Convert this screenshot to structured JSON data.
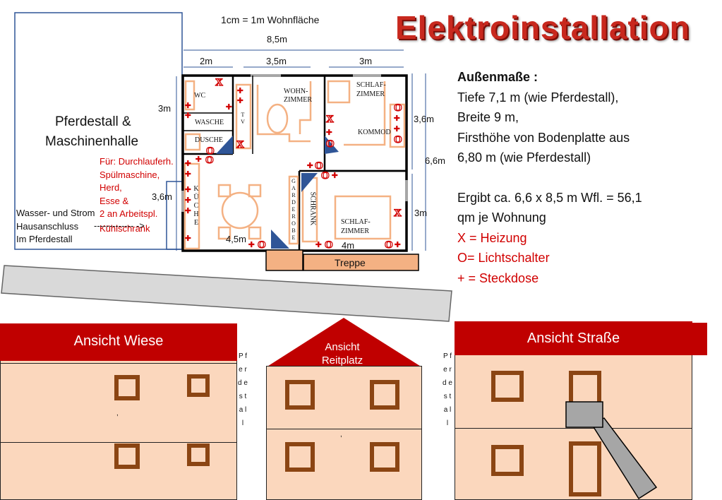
{
  "title": "Elektroinstallation",
  "scale_label": "1cm = 1m Wohnfläche",
  "dims": {
    "total_width": "8,5m",
    "seg1": "2m",
    "seg2": "3,5m",
    "seg3": "3m",
    "left_top": "3m",
    "left_mid": "3,6m",
    "right_top": "3,6m",
    "right_total": "6,6m",
    "right_bottom": "3m",
    "bottom_left": "4,5m",
    "bottom_right": "4m"
  },
  "barn": {
    "line1": "Pferdestall &",
    "line2": "Maschinenhalle"
  },
  "note_red": [
    "Für: Durchlauferh.",
    "Spülmaschine,",
    "Herd,",
    "Esse &",
    "2 an Arbeitspl.",
    "Kühlschrank"
  ],
  "hookup": [
    "Wasser- und Strom",
    "Hausanschluss",
    "Im Pferdestall"
  ],
  "arrow_text": "------------- ->",
  "rooms": {
    "wc": "WC",
    "wasche": "WASCHE",
    "dusche": "DUSCHE",
    "wohn1": "WOHN-",
    "wohn2": "ZIMMER",
    "schlaf_a1": "SCHLAF-",
    "schlaf_a2": "ZIMMER",
    "kommode": "KOMMOD",
    "schlaf_b1": "SCHLAF-",
    "schlaf_b2": "ZIMMER",
    "tv": "T V",
    "kueche": "K Ü C H E",
    "garderobe": "G A R D E R O B E",
    "schrank": "SCHRANK"
  },
  "treppe": "Treppe",
  "info": {
    "heading": "Außenmaße :",
    "line1": "Tiefe 7,1 m (wie Pferdestall),",
    "line2": "Breite 9 m,",
    "line3": "Firsthöhe von Bodenplatte aus",
    "line4": "6,80 m (wie Pferdestall)",
    "line5": "Ergibt ca. 6,6 x 8,5 m Wfl.  = 56,1",
    "line6": "qm je Wohnung",
    "legend_x": "X = Heizung",
    "legend_o": "O= Lichtschalter",
    "legend_plus": "+ = Steckdose"
  },
  "symbols": {
    "heizung": "X",
    "schalter": "O",
    "steckdose": "+"
  },
  "views": {
    "wiese": "Ansicht Wiese",
    "reitplatz1": "Ansicht",
    "reitplatz2": "Reitplatz",
    "strasse": "Ansicht Straße",
    "pferdestall_vertical": "P f e r d e s t a l l",
    "tick": ","
  },
  "colors": {
    "accent_red": "#c00000",
    "facade": "#fbd7bd",
    "window": "#8b4513",
    "furniture": "#f4b183",
    "wall_blue": "#2f5597"
  }
}
